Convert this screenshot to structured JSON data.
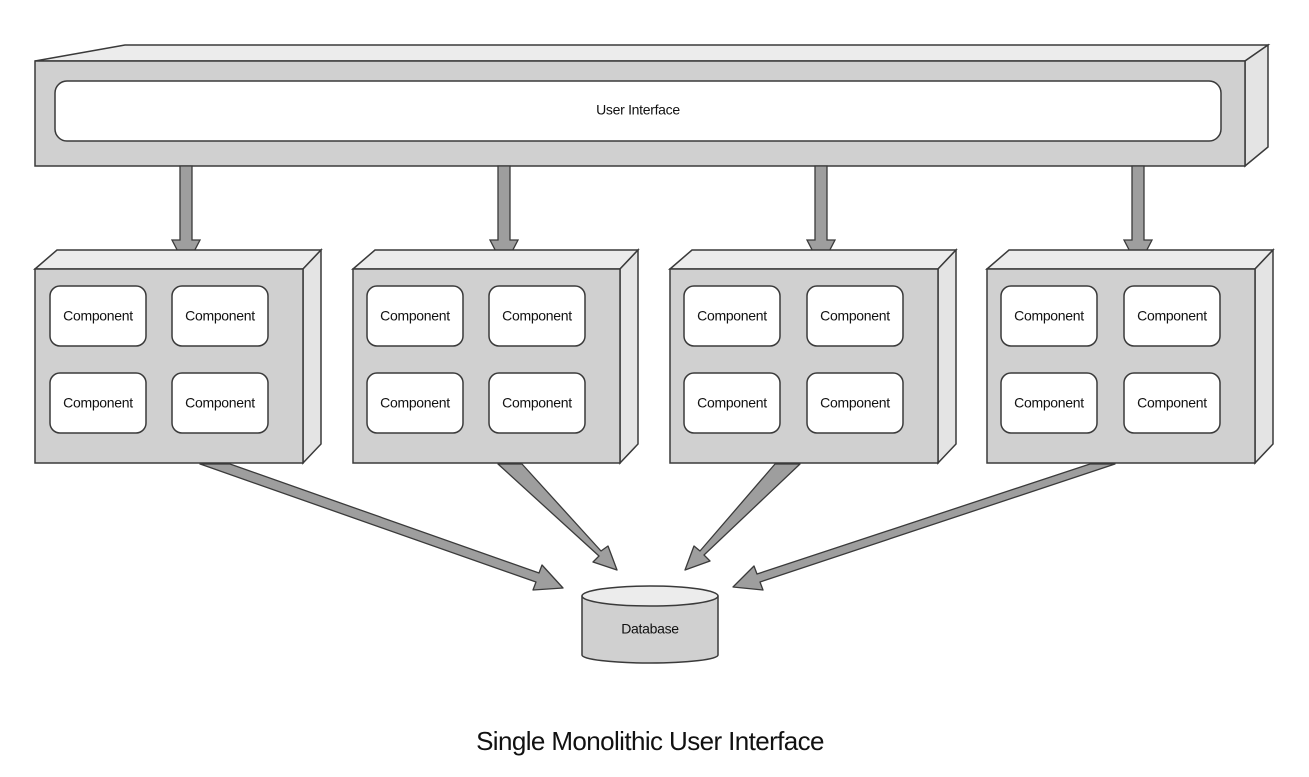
{
  "diagram": {
    "ui_bar_label": "User Interface",
    "component_label": "Component",
    "service_boxes": [
      {
        "components": [
          "Component",
          "Component",
          "Component",
          "Component"
        ]
      },
      {
        "components": [
          "Component",
          "Component",
          "Component",
          "Component"
        ]
      },
      {
        "components": [
          "Component",
          "Component",
          "Component",
          "Component"
        ]
      },
      {
        "components": [
          "Component",
          "Component",
          "Component",
          "Component"
        ]
      }
    ],
    "database_label": "Database",
    "caption": "Single Monolithic User Interface"
  },
  "colors": {
    "box_fill": "#d0d0d0",
    "box_side": "#e4e4e4",
    "inner_fill": "#ffffff",
    "arrow_fill": "#9e9e9e",
    "stroke": "#3a3a3a"
  }
}
